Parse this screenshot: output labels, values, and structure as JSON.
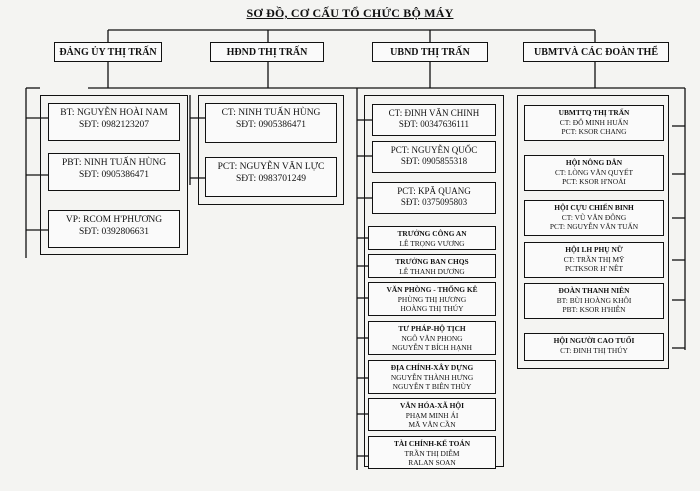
{
  "title": "SƠ ĐỒ, CƠ CẤU TỔ CHỨC BỘ MÁY",
  "col1": {
    "header": "ĐẢNG ỦY THỊ TRẤN",
    "items": [
      {
        "l1": "BT: NGUYỄN HOÀI NAM",
        "l2": "SĐT: 0982123207"
      },
      {
        "l1": "PBT: NINH TUẤN HÙNG",
        "l2": "SĐT: 0905386471"
      },
      {
        "l1": "VP: RCOM H'PHƯƠNG",
        "l2": "SĐT: 0392806631"
      }
    ]
  },
  "col2": {
    "header": "HĐND THỊ TRẤN",
    "items": [
      {
        "l1": "CT: NINH TUẤN HÙNG",
        "l2": "SĐT: 0905386471"
      },
      {
        "l1": "PCT: NGUYỄN VĂN LỰC",
        "l2": "SĐT: 0983701249"
      }
    ]
  },
  "col3": {
    "header": "UBND THỊ TRẤN",
    "leaders": [
      {
        "l1": "CT: ĐINH VĂN CHINH",
        "l2": "SĐT: 00347636111"
      },
      {
        "l1": "PCT: NGUYỄN QUỐC",
        "l2": "SĐT: 0905855318"
      },
      {
        "l1": "PCT: KPĂ QUANG",
        "l2": "SĐT: 0375095803"
      }
    ],
    "units": [
      {
        "t": "TRƯỞNG CÔNG AN",
        "l1": "LÊ TRỌNG VƯƠNG",
        "l2": ""
      },
      {
        "t": "TRƯỞNG BAN CHQS",
        "l1": "LÊ THANH DƯƠNG",
        "l2": ""
      },
      {
        "t": "VĂN PHÒNG - THỐNG KÊ",
        "l1": "PHÙNG THỊ HƯƠNG",
        "l2": "HOÀNG THỊ THÚY"
      },
      {
        "t": "TƯ PHÁP-HỘ TỊCH",
        "l1": "NGÔ VĂN PHONG",
        "l2": "NGUYỄN T BÍCH HẠNH"
      },
      {
        "t": "ĐỊA CHÍNH-XÂY DỰNG",
        "l1": "NGUYỄN THÀNH HƯNG",
        "l2": "NGUYỄN T BIÊN THÙY"
      },
      {
        "t": "VĂN HÓA-XÃ HỘI",
        "l1": "PHẠM MINH ÁI",
        "l2": "MÃ VĂN CẦN"
      },
      {
        "t": "TÀI CHÍNH-KẾ TOÁN",
        "l1": "TRẦN THỊ DIỄM",
        "l2": "RALAN SOAN"
      }
    ]
  },
  "col4": {
    "header": "UBMTVÀ CÁC ĐOÀN THỂ",
    "items": [
      {
        "t": "UBMTTQ THỊ TRẤN",
        "l1": "CT: ĐỖ MINH HUẤN",
        "l2": "PCT: KSOR CHANG"
      },
      {
        "t": "HỘI NÔNG DÂN",
        "l1": "CT: LÒNG VĂN QUYẾT",
        "l2": "PCT: KSOR H'NOẢI"
      },
      {
        "t": "HỘI CỰU CHIẾN BINH",
        "l1": "CT: VŨ VĂN ĐÔNG",
        "l2": "PCT: NGUYỄN VĂN TUẤN"
      },
      {
        "t": "HỘI LH PHỤ NỮ",
        "l1": "CT: TRẦN THỊ MỸ",
        "l2": "PCTKSOR H' NÊT"
      },
      {
        "t": "ĐOÀN THANH NIÊN",
        "l1": "BT: BÙI HOÀNG KHÔI",
        "l2": "PBT: KSOR H'HIÊN"
      },
      {
        "t": "HỘI NGƯỜI CAO TUỔI",
        "l1": "CT: ĐINH THỊ THÚY",
        "l2": ""
      }
    ]
  }
}
